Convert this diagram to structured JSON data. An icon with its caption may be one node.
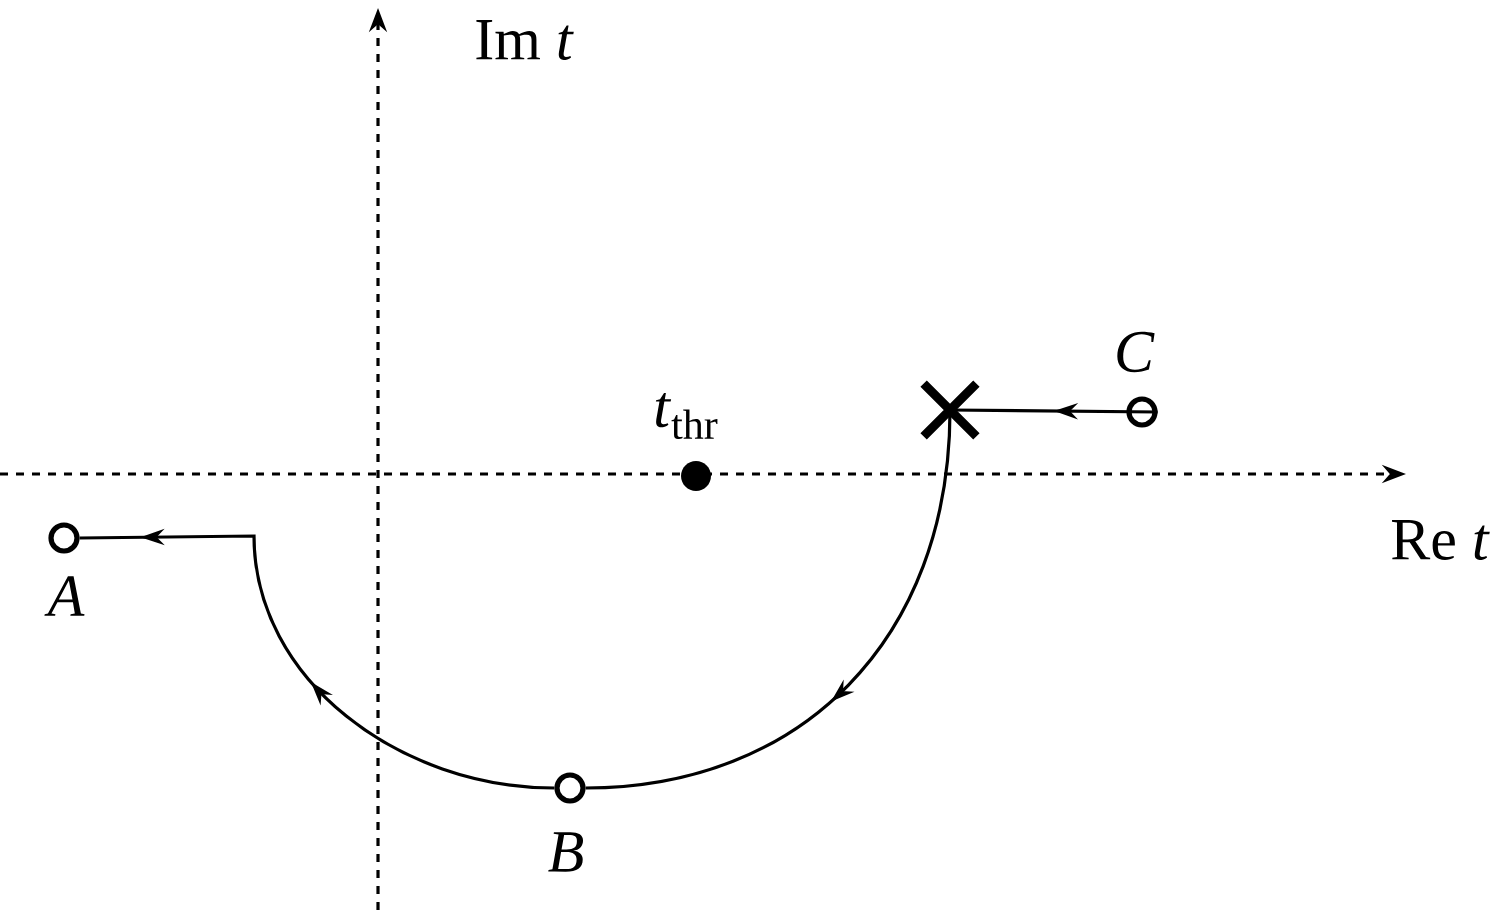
{
  "diagram": {
    "nodes": [
      {
        "text": [
          "A"
        ]
      },
      {
        "text": [],
        "shape": "cross"
      },
      {
        "text": [
          "B"
        ]
      },
      {
        "text": [
          "C"
        ]
      },
      {
        "text": [
          "*t*$_{thr}$"
        ]
      }
    ],
    "edges": [
      {
        "from": 3,
        "to": 1,
        "arrow": "to"
      },
      {
        "from": 1,
        "to": 2,
        "arrow": "to"
      },
      {
        "from": 2,
        "to": 0,
        "arrow": "to"
      }
    ],
    "labels": [
      "Re *t*",
      "Im *t*"
    ]
  }
}
